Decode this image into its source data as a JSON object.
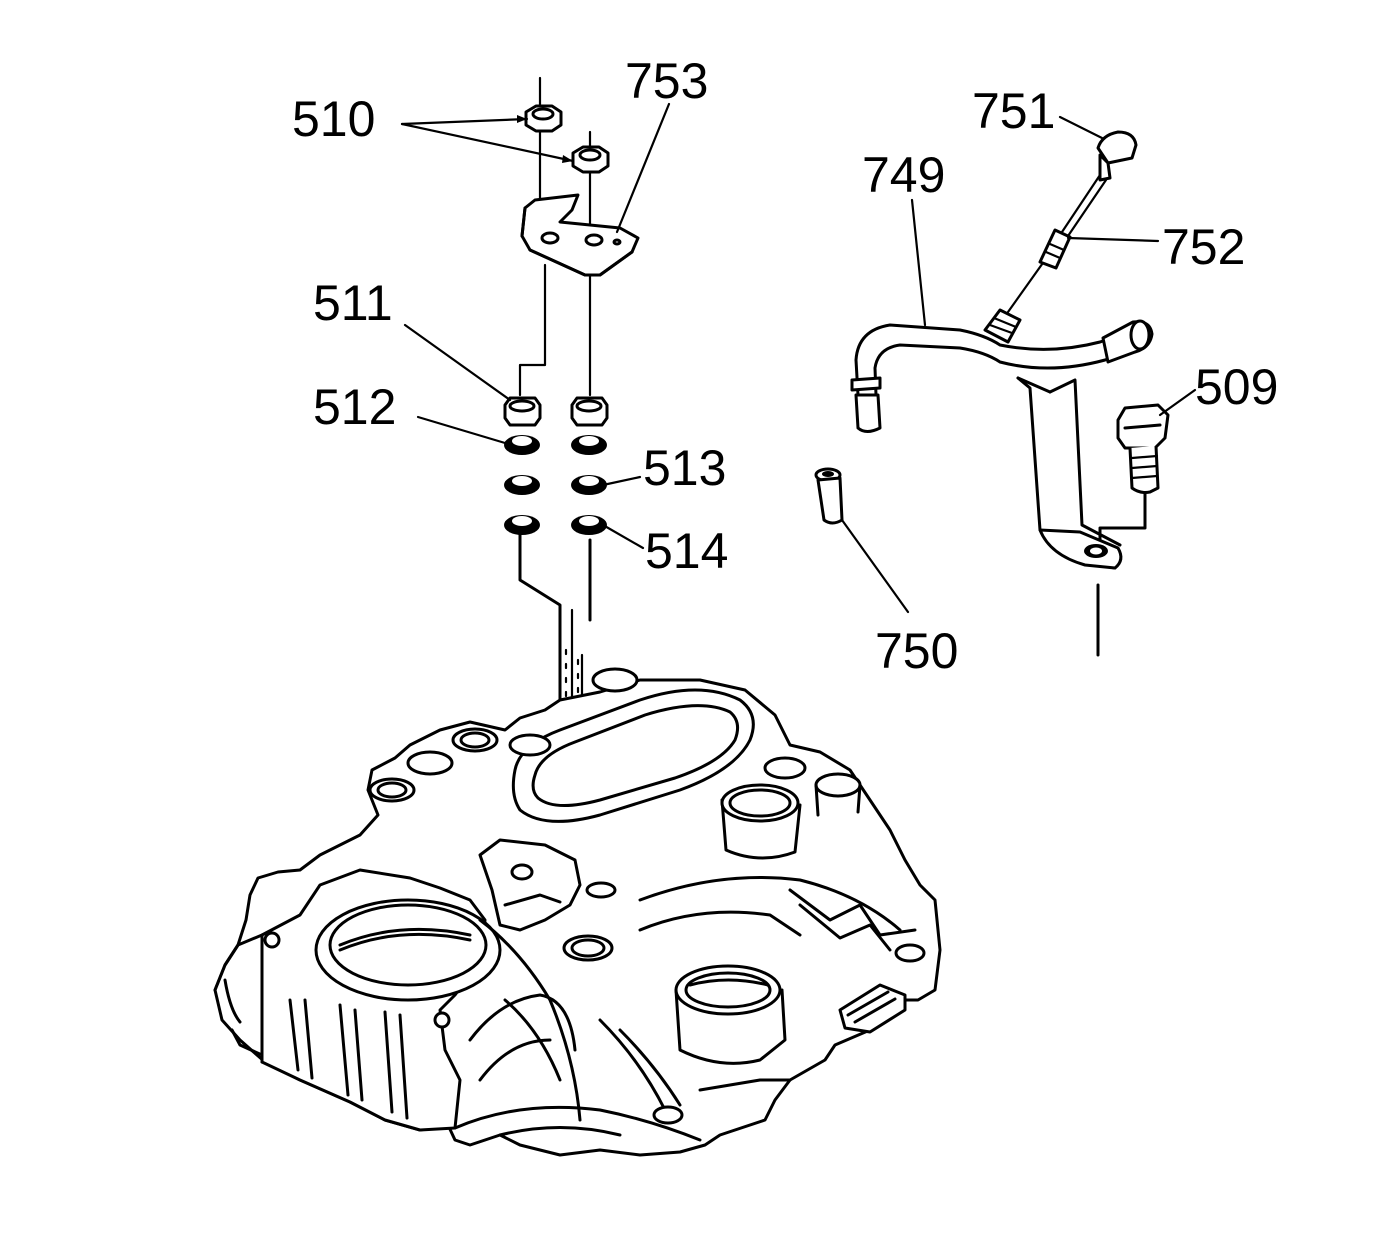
{
  "callouts": {
    "c510": "510",
    "c753": "753",
    "c511": "511",
    "c512": "512",
    "c513": "513",
    "c514": "514",
    "c751": "751",
    "c749": "749",
    "c752": "752",
    "c509": "509",
    "c750": "750"
  },
  "colors": {
    "line": "#000000",
    "background": "#ffffff"
  }
}
